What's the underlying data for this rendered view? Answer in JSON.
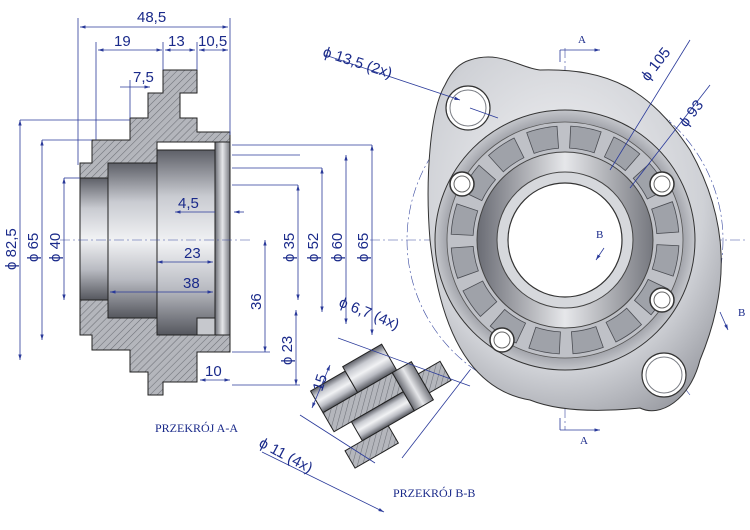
{
  "dimensions": {
    "overall_length": "48,5",
    "len_19": "19",
    "len_13": "13",
    "len_10_5": "10,5",
    "len_7_5": "7,5",
    "len_4_5": "4,5",
    "len_23": "23",
    "len_38": "38",
    "len_36": "36",
    "len_10": "10",
    "dia_82_5": "ϕ 82,5",
    "dia_65_left": "ϕ 65",
    "dia_40": "ϕ 40",
    "dia_35": "ϕ 35",
    "dia_52": "ϕ 52",
    "dia_60": "ϕ 60",
    "dia_65_right": "ϕ 65",
    "dia_23": "ϕ 23",
    "holes_13_5": "ϕ 13,5  (2x)",
    "dia_105": "ϕ 105",
    "dia_93": "ϕ 93",
    "holes_6_7": "ϕ 6,7  (4x)",
    "len_15": "15",
    "holes_11": "ϕ 11  (4x)"
  },
  "section_marks": {
    "a_top": "A",
    "a_bottom": "A",
    "b_center": "B",
    "b_right": "B"
  },
  "captions": {
    "section_aa": "PRZEKRÓJ A-A",
    "section_bb": "PRZEKRÓJ B-B"
  },
  "colors": {
    "dimension": "#1a2a8a",
    "metal_light": "#d9dbe0",
    "metal_dark": "#6b6e76",
    "hatch": "#8a8d95"
  }
}
